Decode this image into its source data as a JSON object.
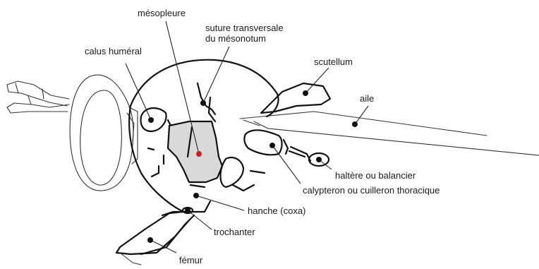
{
  "labels": {
    "mesopleure": "mésopleure",
    "suture_line1": "suture transversale",
    "suture_line2": "du mésonotum",
    "calus": "calus huméral",
    "scutellum": "scutellum",
    "aile": "aile",
    "haltere": "haltère ou balancier",
    "calypteron": "calypteron ou cuilleron thoracique",
    "hanche": "hanche (coxa)",
    "trochanter": "trochanter",
    "femur": "fémur"
  },
  "colors": {
    "mesopleure_fill": "#d9d9d9",
    "mesopleure_dot": "#cc1f1f",
    "outline": "#111111",
    "text": "#1a1a1a"
  }
}
